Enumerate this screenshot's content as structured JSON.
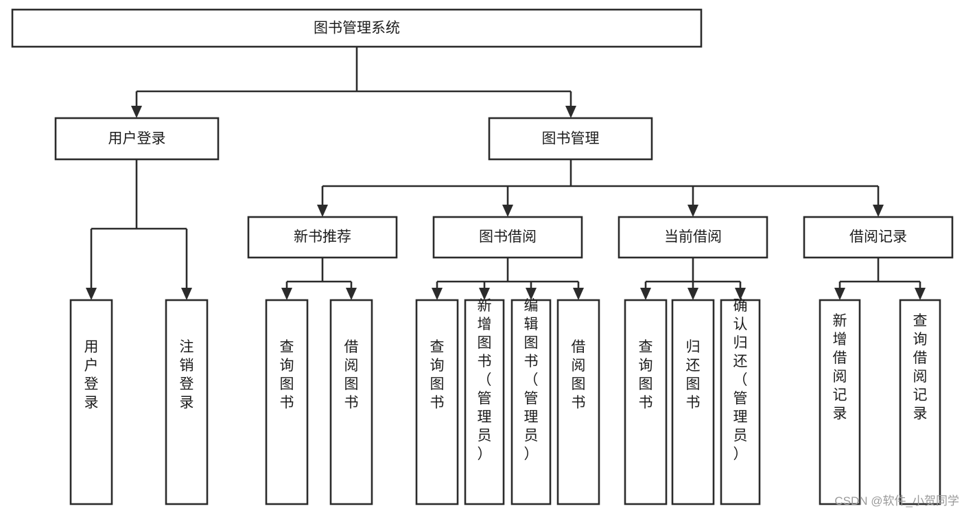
{
  "diagram": {
    "title": "图书管理系统",
    "type": "tree-hierarchy-chart",
    "orientation": "top-down",
    "root": {
      "label": "图书管理系统"
    },
    "level2": [
      {
        "label": "用户登录"
      },
      {
        "label": "图书管理"
      }
    ],
    "level3": [
      {
        "label": "新书推荐"
      },
      {
        "label": "图书借阅"
      },
      {
        "label": "当前借阅"
      },
      {
        "label": "借阅记录"
      }
    ],
    "leaves": {
      "user_login": [
        {
          "label": "用户登录"
        },
        {
          "label": "注销登录"
        }
      ],
      "new_book_recommend": [
        {
          "label": "查询图书"
        },
        {
          "label": "借阅图书"
        }
      ],
      "book_borrow": [
        {
          "label": "查询图书"
        },
        {
          "label": "新增图书（管理员）"
        },
        {
          "label": "编辑图书（管理员）"
        },
        {
          "label": "借阅图书"
        }
      ],
      "current_borrow": [
        {
          "label": "查询图书"
        },
        {
          "label": "归还图书"
        },
        {
          "label": "确认归还（管理员）"
        }
      ],
      "borrow_record": [
        {
          "label": "新增借阅记录"
        },
        {
          "label": "查询借阅记录"
        }
      ]
    },
    "colors": {
      "stroke": "#2b2b2b",
      "fill": "#ffffff",
      "text": "#1c1c1c",
      "watermark": "#9a9a9a",
      "background": "#ffffff"
    }
  },
  "watermark": {
    "text": "CSDN @软件_小贺同学"
  }
}
